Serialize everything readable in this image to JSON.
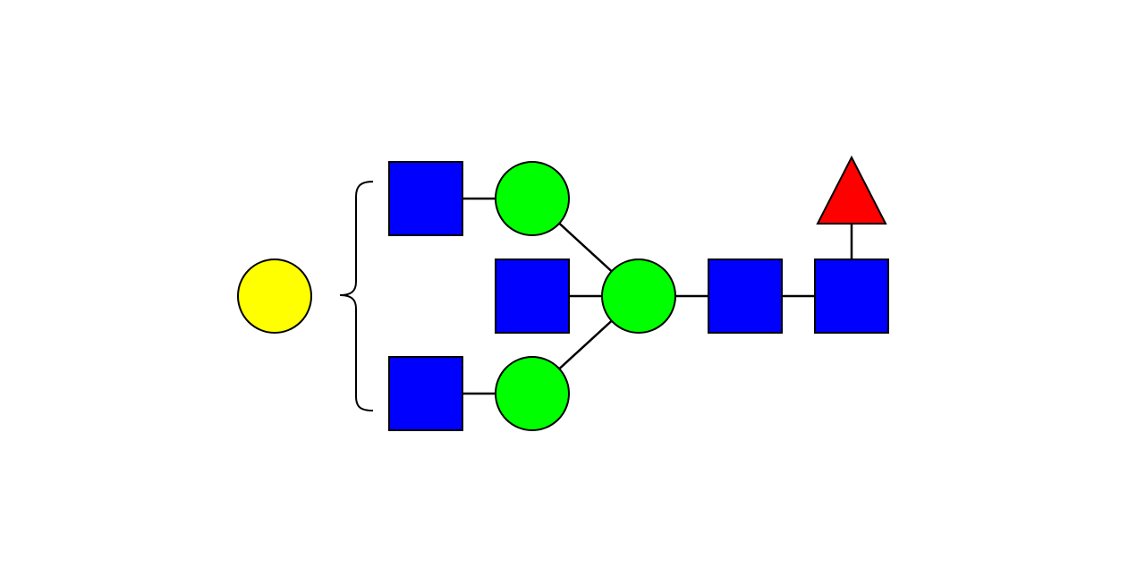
{
  "colors": {
    "background": "#ffffff",
    "galactose": "#ffff00",
    "mannose": "#00ff00",
    "glcnac": "#0000ff",
    "fucose": "#ff0000",
    "outline": "#000000",
    "linkage": "#000000"
  },
  "structure": {
    "antenna_residue": {
      "symbol": "circle",
      "kind": "galactose",
      "shape_icon": "yellow-circle-icon"
    },
    "bracket": {
      "symbol": "curly-brace"
    },
    "residues": [
      {
        "id": "glcnac-antenna-upper",
        "symbol": "square",
        "kind": "glcnac",
        "shape_icon": "blue-square-icon"
      },
      {
        "id": "mannose-upper",
        "symbol": "circle",
        "kind": "mannose",
        "shape_icon": "green-circle-icon"
      },
      {
        "id": "glcnac-bisecting",
        "symbol": "square",
        "kind": "glcnac",
        "shape_icon": "blue-square-icon"
      },
      {
        "id": "mannose-core",
        "symbol": "circle",
        "kind": "mannose",
        "shape_icon": "green-circle-icon"
      },
      {
        "id": "glcnac-antenna-lower",
        "symbol": "square",
        "kind": "glcnac",
        "shape_icon": "blue-square-icon"
      },
      {
        "id": "mannose-lower",
        "symbol": "circle",
        "kind": "mannose",
        "shape_icon": "green-circle-icon"
      },
      {
        "id": "glcnac-core-inner",
        "symbol": "square",
        "kind": "glcnac",
        "shape_icon": "blue-square-icon"
      },
      {
        "id": "glcnac-reducing-end",
        "symbol": "square",
        "kind": "glcnac",
        "shape_icon": "blue-square-icon"
      },
      {
        "id": "fucose-core",
        "symbol": "triangle",
        "kind": "fucose",
        "shape_icon": "red-triangle-icon"
      }
    ],
    "linkages": [
      {
        "from": "glcnac-antenna-upper",
        "to": "mannose-upper"
      },
      {
        "from": "mannose-upper",
        "to": "mannose-core"
      },
      {
        "from": "glcnac-bisecting",
        "to": "mannose-core"
      },
      {
        "from": "glcnac-antenna-lower",
        "to": "mannose-lower"
      },
      {
        "from": "mannose-lower",
        "to": "mannose-core"
      },
      {
        "from": "mannose-core",
        "to": "glcnac-core-inner"
      },
      {
        "from": "glcnac-core-inner",
        "to": "glcnac-reducing-end"
      },
      {
        "from": "glcnac-reducing-end",
        "to": "fucose-core"
      }
    ]
  }
}
